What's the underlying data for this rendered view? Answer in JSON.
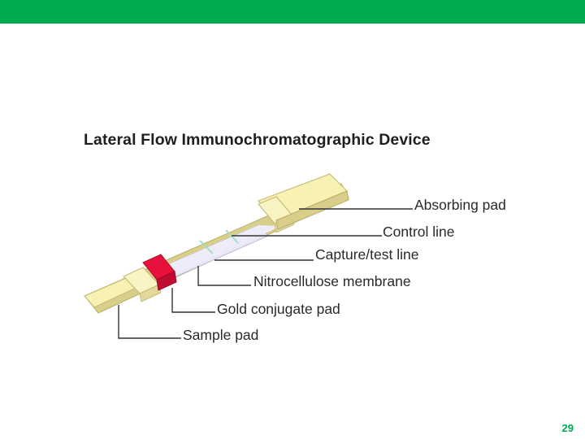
{
  "theme": {
    "accent": "#00ab4e",
    "pad_fill": "#f7f1b3",
    "pad_edge": "#c7bd78",
    "membrane_fill": "#eae8f6",
    "conjugate_fill": "#e0103b",
    "line_color": "#a6dcc6"
  },
  "slide": {
    "title": "Lateral Flow Immunochromatographic Device",
    "page_number": "29"
  },
  "diagram": {
    "labels": {
      "absorbing_pad": "Absorbing pad",
      "control_line": "Control line",
      "capture_test_line": "Capture/test line",
      "nitrocellulose_membrane": "Nitrocellulose membrane",
      "gold_conjugate_pad": "Gold conjugate pad",
      "sample_pad": "Sample pad"
    }
  }
}
